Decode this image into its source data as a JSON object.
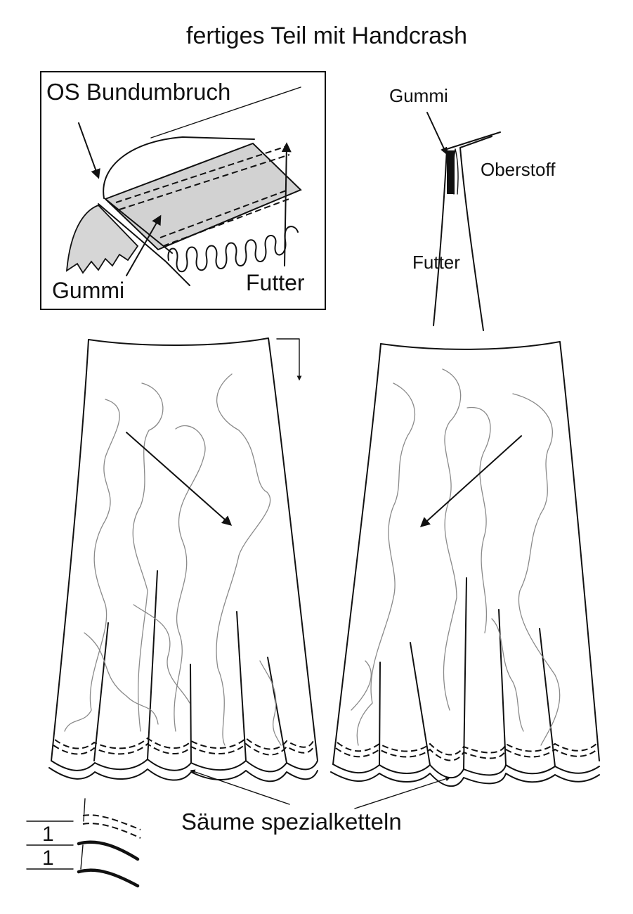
{
  "title": "fertiges Teil mit Handcrash",
  "detail_box": {
    "label_top": "OS Bundumbruch",
    "label_gummi": "Gummi",
    "label_futter": "Futter",
    "colors": {
      "fabric_grey": "#cfcfcf",
      "lining_grey": "#d9d9d9"
    }
  },
  "cross_section": {
    "label_gummi": "Gummi",
    "label_oberstoff": "Oberstoff",
    "label_futter": "Futter"
  },
  "hem_label": "Säume spezialketteln",
  "hem_legend": {
    "measure_1": "1",
    "measure_2": "1"
  },
  "icons": [
    "arrow-icon",
    "fold-down-arrow-icon"
  ]
}
